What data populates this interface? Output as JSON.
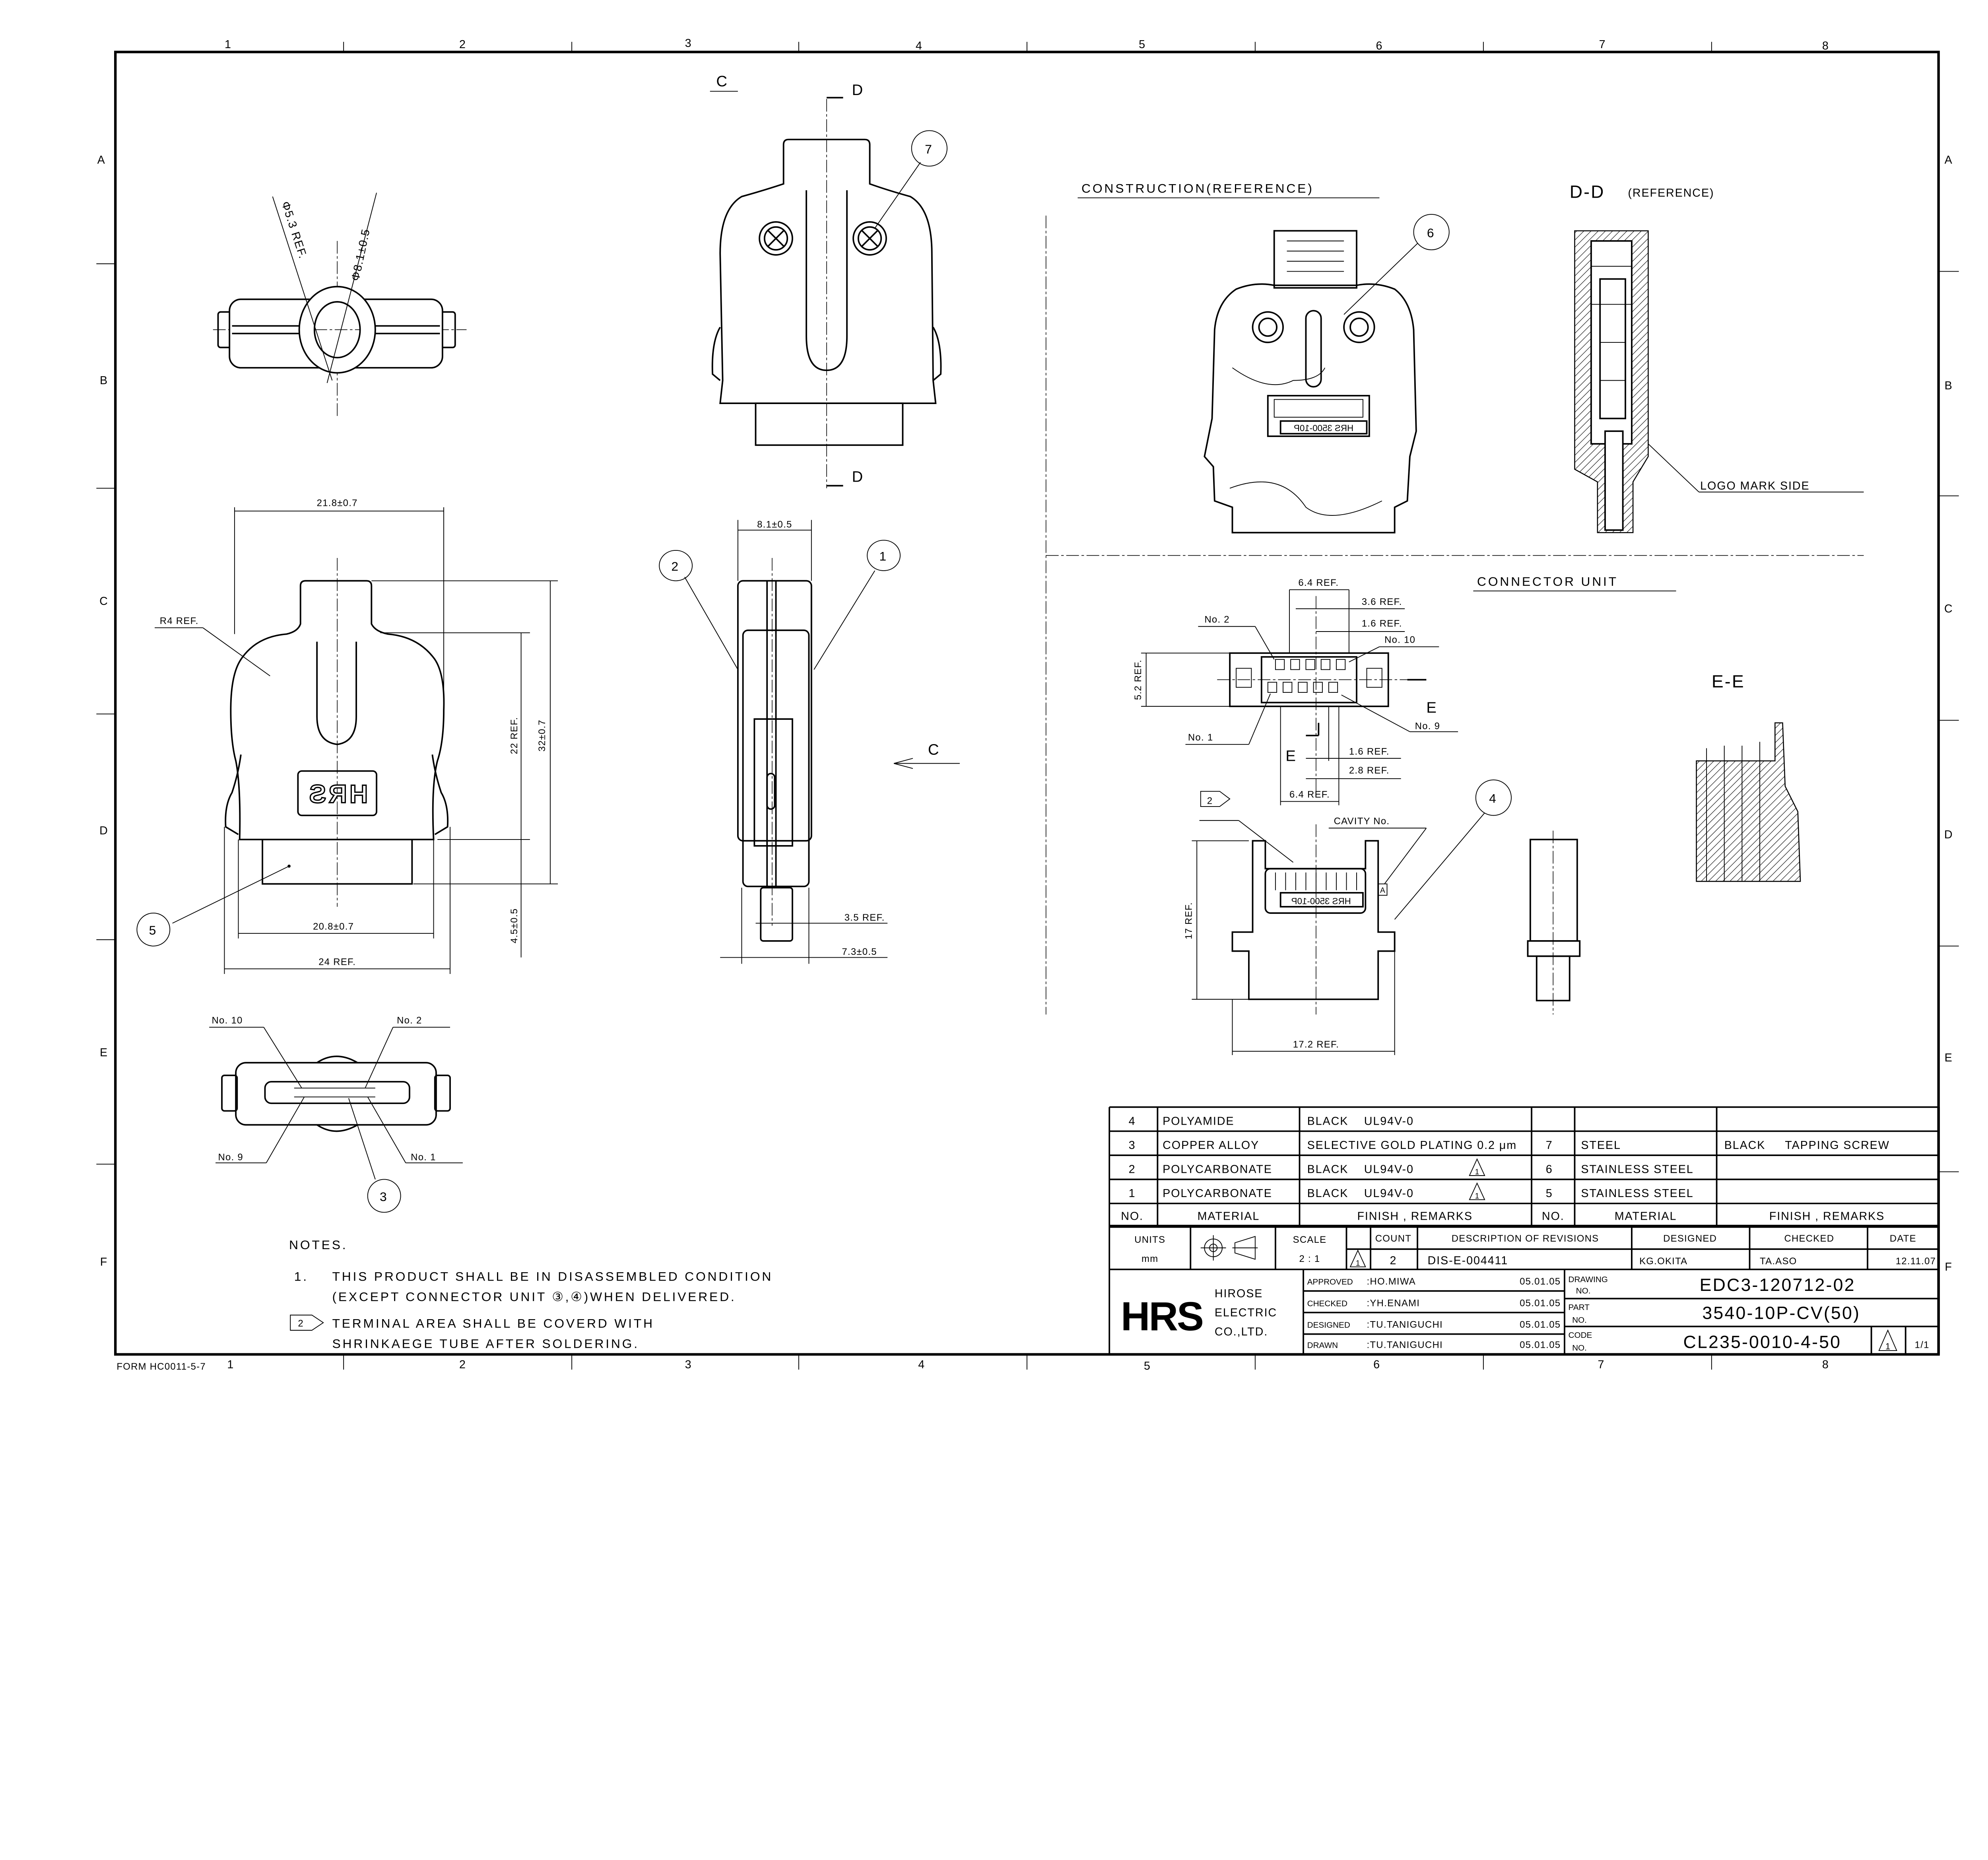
{
  "grid": {
    "columns": [
      "1",
      "2",
      "3",
      "4",
      "5",
      "6",
      "7",
      "8"
    ],
    "rows": [
      "A",
      "B",
      "C",
      "D",
      "E",
      "F"
    ]
  },
  "form_no": "FORM HC0011-5-7",
  "views": {
    "top": {
      "dia_ref": "Φ5.3 REF.",
      "dia": "Φ8.1±0.5"
    },
    "front": {
      "width_top": "21.8±0.7",
      "width_bottom": "20.8±0.7",
      "width_overall": "24 REF.",
      "height_body": "22 REF.",
      "height_total": "32±0.7",
      "height_connector": "4.5±0.5",
      "radius": "R4 REF.",
      "balloon": "5",
      "logo": "HRS"
    },
    "bottom": {
      "no10": "No. 10",
      "no2": "No. 2",
      "no9": "No. 9",
      "no1": "No. 1",
      "balloon": "3"
    },
    "c_view": {
      "label": "C",
      "section_top": "D",
      "section_bottom": "D",
      "balloon": "7"
    },
    "side": {
      "width": "8.1±0.5",
      "balloon_left": "2",
      "balloon_right": "1",
      "view_arrow": "C",
      "offset": "3.5 REF.",
      "depth": "7.3±0.5"
    },
    "construction": {
      "title": "CONSTRUCTION(REFERENCE)",
      "balloon": "6",
      "marking": "HRS 3500-10P"
    },
    "dd": {
      "title": "D-D",
      "subtitle": "(REFERENCE)",
      "logo_side": "LOGO MARK SIDE"
    },
    "connector": {
      "title": "CONNECTOR UNIT",
      "pitch_top": "6.4 REF.",
      "dim_36": "3.6 REF.",
      "dim_16_top": "1.6 REF.",
      "height": "5.2 REF.",
      "no2": "No. 2",
      "no10": "No. 10",
      "no1": "No. 1",
      "no9": "No. 9",
      "section_mark": "E",
      "dim_16_bottom": "1.6 REF.",
      "dim_28": "2.8 REF.",
      "pitch_bottom": "6.4 REF.",
      "note_tag": "2",
      "cavity": "CAVITY No.",
      "cavity_mark": "A",
      "balloon": "4",
      "marking": "HRS 3500-10P",
      "height_front": "17 REF.",
      "width_front": "17.2 REF.",
      "section_title": "E-E"
    }
  },
  "notes": {
    "title": "NOTES.",
    "items": [
      {
        "marker": "1.",
        "lines": [
          "THIS PRODUCT SHALL BE IN DISASSEMBLED CONDITION",
          "(EXCEPT CONNECTOR UNIT ③,④)WHEN DELIVERED."
        ]
      },
      {
        "marker": "2",
        "lines": [
          "TERMINAL AREA SHALL BE COVERD WITH",
          "SHRINKAEGE TUBE AFTER SOLDERING."
        ]
      }
    ]
  },
  "bom": {
    "headers": {
      "no": "NO.",
      "material": "MATERIAL",
      "finish": "FINISH , REMARKS"
    },
    "left": [
      {
        "no": "4",
        "material": "POLYAMIDE",
        "finish": "BLACK    UL94V-0",
        "revision": ""
      },
      {
        "no": "3",
        "material": "COPPER ALLOY",
        "finish": "SELECTIVE GOLD PLATING 0.2 μm",
        "revision": ""
      },
      {
        "no": "2",
        "material": "POLYCARBONATE",
        "finish": "BLACK    UL94V-0",
        "revision": "1"
      },
      {
        "no": "1",
        "material": "POLYCARBONATE",
        "finish": "BLACK    UL94V-0",
        "revision": "1"
      }
    ],
    "right": [
      {
        "no": "7",
        "material": "STEEL",
        "finish": "BLACK     TAPPING SCREW"
      },
      {
        "no": "6",
        "material": "STAINLESS STEEL",
        "finish": ""
      },
      {
        "no": "5",
        "material": "STAINLESS STEEL",
        "finish": ""
      }
    ]
  },
  "title_block": {
    "units_label": "UNITS",
    "units": "mm",
    "scale_label": "SCALE",
    "scale": "2 : 1",
    "revision": {
      "count_label": "COUNT",
      "description_label": "DESCRIPTION OF REVISIONS",
      "designed_label": "DESIGNED",
      "checked_label": "CHECKED",
      "date_label": "DATE",
      "mark": "1",
      "count": "2",
      "description": "DIS-E-004411",
      "designed": "KG.OKITA",
      "checked": "TA.ASO",
      "date": "12.11.07"
    },
    "company": {
      "logo": "HRS",
      "lines": [
        "HIROSE",
        "ELECTRIC",
        "CO.,LTD."
      ]
    },
    "approvals": [
      {
        "role": "APPROVED",
        "name": ":HO.MIWA",
        "date": "05.01.05"
      },
      {
        "role": "CHECKED",
        "name": ":YH.ENAMI",
        "date": "05.01.05"
      },
      {
        "role": "DESIGNED",
        "name": ":TU.TANIGUCHI",
        "date": "05.01.05"
      },
      {
        "role": "DRAWN",
        "name": ":TU.TANIGUCHI",
        "date": "05.01.05"
      }
    ],
    "drawing_no_label": [
      "DRAWING",
      "NO."
    ],
    "drawing_no": "EDC3-120712-02",
    "part_no_label": [
      "PART",
      "NO."
    ],
    "part_no": "3540-10P-CV(50)",
    "code_no_label": [
      "CODE",
      "NO."
    ],
    "code_no": "CL235-0010-4-50",
    "code_revision": "1",
    "sheet": "1/1"
  }
}
